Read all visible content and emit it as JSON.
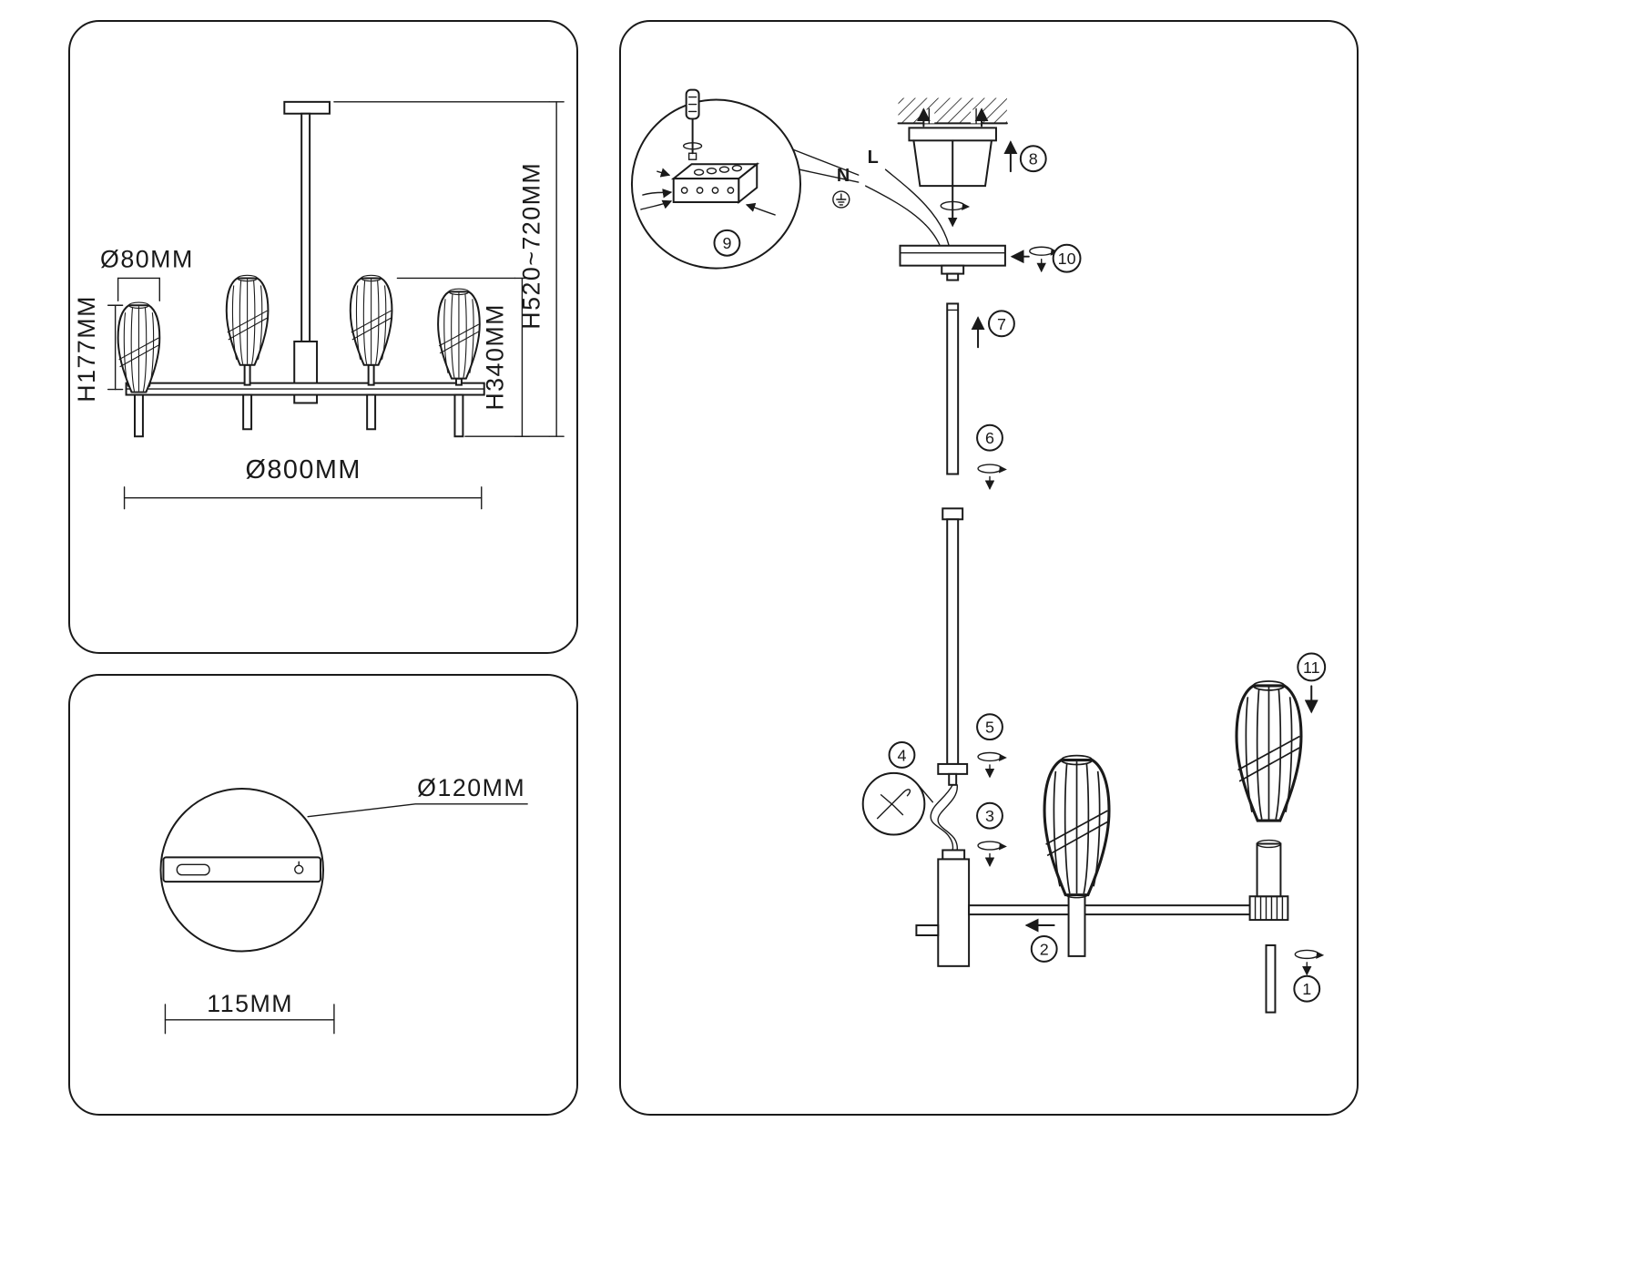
{
  "sheet": {
    "background": "#ffffff",
    "line_color": "#1a1a1a"
  },
  "spec_panel": {
    "shade_diameter": "Ø80MM",
    "shade_height": "H177MM",
    "fixture_diameter": "Ø800MM",
    "body_height": "H340MM",
    "overall_height": "H520~720MM"
  },
  "mount_panel": {
    "plate_diameter": "Ø120MM",
    "hole_spacing": "115MM"
  },
  "assembly_panel": {
    "wire_neutral": "N",
    "wire_live": "L",
    "steps": [
      "1",
      "2",
      "3",
      "4",
      "5",
      "6",
      "7",
      "8",
      "9",
      "10",
      "11"
    ]
  }
}
